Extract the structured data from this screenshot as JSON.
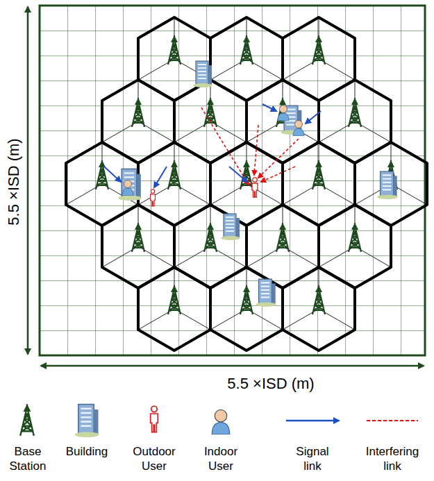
{
  "diagram": {
    "labels": [
      "5.5 ×ISD (m)",
      "5.5 ×ISD (m)"
    ],
    "legend": [
      {
        "text": "Base Station"
      },
      {
        "text": "Building"
      },
      {
        "text": "Outdoor User"
      },
      {
        "text": "Indoor User"
      },
      {
        "text": "Signal link"
      },
      {
        "text": "Interfering link"
      }
    ]
  }
}
